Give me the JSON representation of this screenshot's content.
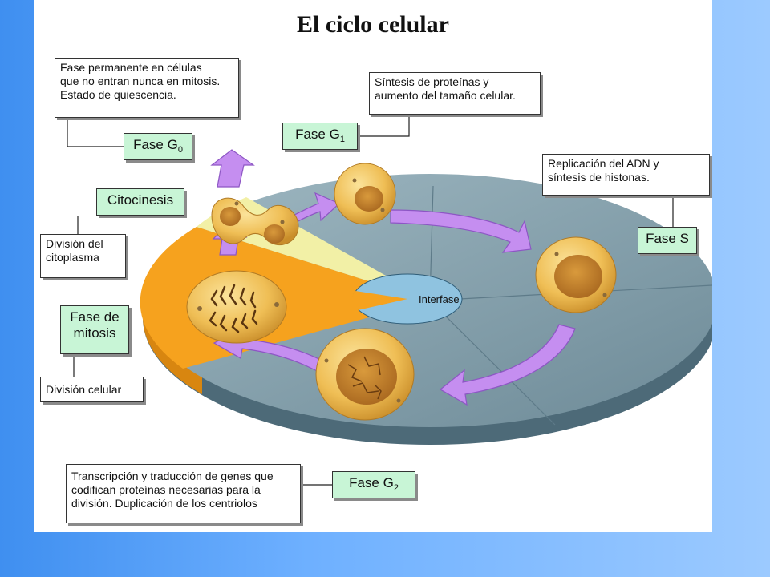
{
  "title": "El ciclo celular",
  "center_label": "Interfase",
  "boxes": {
    "g0_desc": [
      "Fase permanente en células",
      "que no entran nunca en mitosis.",
      "Estado de quiescencia."
    ],
    "g0_label": {
      "main": "Fase G",
      "sub": "0"
    },
    "g1_desc": [
      "Síntesis de proteínas y",
      "aumento del tamaño celular."
    ],
    "g1_label": {
      "main": "Fase G",
      "sub": "1"
    },
    "s_desc": [
      "Replicación del ADN y",
      "síntesis de histonas."
    ],
    "s_label": "Fase S",
    "citocinesis_label": "Citocinesis",
    "citocinesis_desc": [
      "División del",
      "citoplasma"
    ],
    "mitosis_label": [
      "Fase de",
      "mitosis"
    ],
    "mitosis_desc": "División celular",
    "g2_desc": [
      "Transcripción y traducción de genes que",
      "codifican proteínas necesarias para la",
      "división. Duplicación de los centriolos"
    ],
    "g2_label": {
      "main": "Fase G",
      "sub": "2"
    }
  },
  "colors": {
    "interphase_disk": "#7f9ba8",
    "mitosis_sector": "#f6a21e",
    "citocinesis_sector": "#f2f0a6",
    "label_box": "#c8f5d6",
    "arrow": "#c58ef0",
    "cell": "#f0c25a"
  }
}
